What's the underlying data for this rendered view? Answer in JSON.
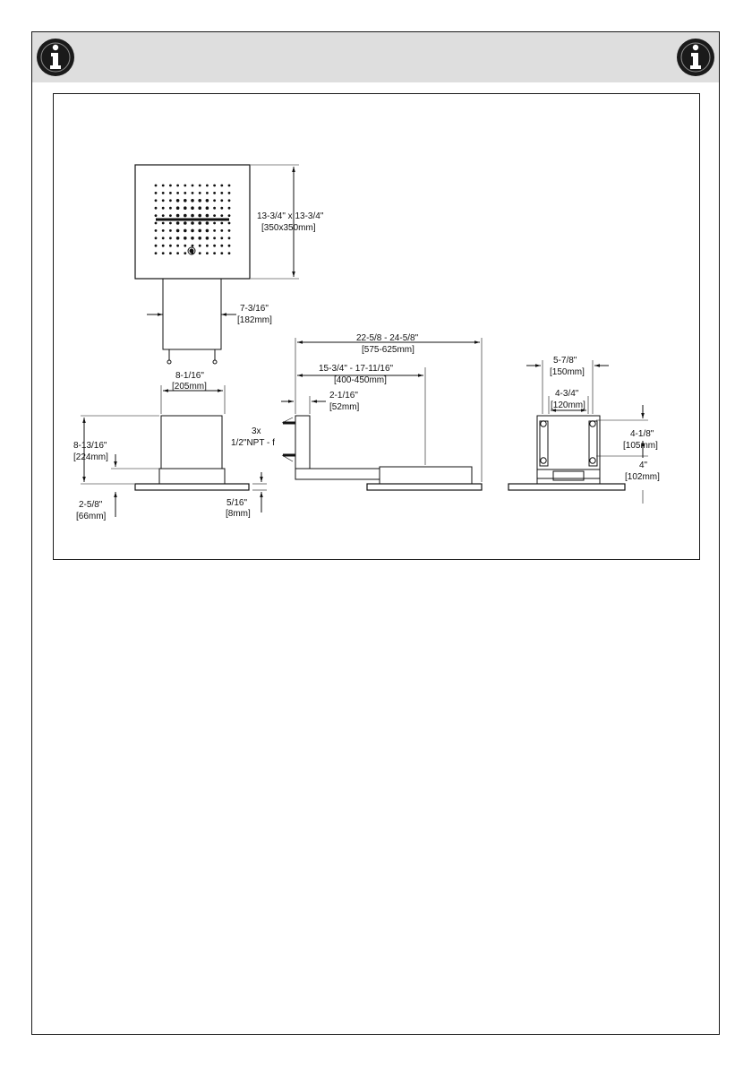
{
  "header": {
    "icon_left": "info-icon",
    "icon_right": "info-icon",
    "background_color": "#dedede"
  },
  "top_view": {
    "size_line1": "13-3/4\" x 13-3/4\"",
    "size_line2": "[350x350mm]",
    "arm_width_line1": "7-3/16\"",
    "arm_width_line2": "[182mm]"
  },
  "front_view": {
    "width_line1": "8-1/16\"",
    "width_line2": "[205mm]",
    "height_line1": "8-13/16\"",
    "height_line2": "[224mm]",
    "base_line1": "2-5/8\"",
    "base_line2": "[66mm]",
    "plate_line1": "5/16\"",
    "plate_line2": "[8mm]"
  },
  "side_view": {
    "overall_line1": "22-5/8 - 24-5/8\"",
    "overall_line2": "[575-625mm]",
    "arm_line1": "15-3/4\" - 17-11/16\"",
    "arm_line2": "[400-450mm]",
    "wall_line1": "2-1/16\"",
    "wall_line2": "[52mm]",
    "connection_line1": "3x",
    "connection_line2": "1/2\"NPT - f"
  },
  "rear_view": {
    "outer_line1": "5-7/8\"",
    "outer_line2": "[150mm]",
    "inner_line1": "4-3/4\"",
    "inner_line2": "[120mm]",
    "upper_line1": "4-1/8\"",
    "upper_line2": "[105mm]",
    "lower_line1": "4\"",
    "lower_line2": "[102mm]"
  }
}
